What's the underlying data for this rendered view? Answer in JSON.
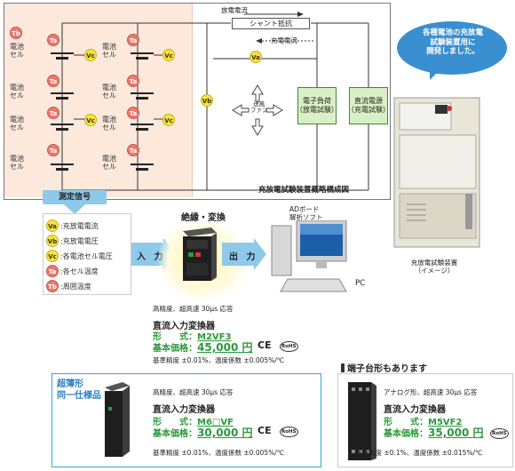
{
  "diagram": {
    "title": "充放電試験装置概略構成図",
    "cells": [
      {
        "label": "電池\nセル"
      },
      {
        "label": "電池\nセル"
      },
      {
        "label": "電池\nセル"
      },
      {
        "label": "電池\nセル"
      },
      {
        "label": "電池\nセル"
      },
      {
        "label": "電池\nセル"
      },
      {
        "label": "電池\nセル"
      },
      {
        "label": "電池\nセル"
      }
    ],
    "badges": {
      "tb": "Tb",
      "ta": "Ta",
      "vc": "Vc",
      "va": "Va",
      "vb": "Vb"
    },
    "discharge_current": "放電電流",
    "shunt": "シャント抵抗",
    "charge_current": "充電電流",
    "fan": "送風\nファン",
    "load": "電子負荷\n（放電試験）",
    "power": "直流電源\n（充電試験）"
  },
  "bubble": {
    "text": "各種電池の充放電\n試験装置用に\n開発しました。"
  },
  "device_caption": "充放電試験装置\n（イメージ）",
  "measurement": {
    "label": "測定信号",
    "legend": [
      {
        "badge": "Va",
        "text": ":充放電電流"
      },
      {
        "badge": "Vb",
        "text": ":充放電電圧"
      },
      {
        "badge": "Vc",
        "text": ":各電池セル電圧"
      },
      {
        "badge": "Ta",
        "text": ":各セル温度"
      },
      {
        "badge": "Tb",
        "text": ":周囲温度"
      }
    ]
  },
  "flow": {
    "input": "入 力",
    "isolation": "絶縁・変換",
    "output": "出 力",
    "ad": "ADボード\n解析ソフト",
    "pc": "PC"
  },
  "product_main": {
    "spec_note": "高精度、超高速 30μs 応答",
    "name": "直流入力変換器",
    "model_label": "形　　式：",
    "model": "M2VF3",
    "price_label": "基本価格：",
    "price": "45,000 円",
    "ce": "CE",
    "rohs": "RoHS",
    "accuracy": "基準精度 ±0.01%、温度係数 ±0.005%/℃"
  },
  "product_thin": {
    "tag1": "超薄形",
    "tag2": "同一仕様品",
    "spec_note": "高精度、超高速 30μs 応答",
    "name": "直流入力変換器",
    "model_label": "形　　式：",
    "model": "M6□VF",
    "price_label": "基本価格：",
    "price": "30,000 円",
    "ce": "CE",
    "rohs": "RoHS",
    "accuracy": "基準精度 ±0.01%、温度係数 ±0.005%/℃"
  },
  "product_terminal": {
    "heading": "端子台形もあります",
    "spec_note": "アナログ形、超高速 30μs 応答",
    "name": "直流入力変換器",
    "model_label": "形　　式：",
    "model": "M5VF2",
    "price_label": "基本価格：",
    "price": "35,000 円",
    "rohs": "RoHS",
    "accuracy": "基準精度 ±0.1%、温度係数 ±0.015%/℃"
  }
}
